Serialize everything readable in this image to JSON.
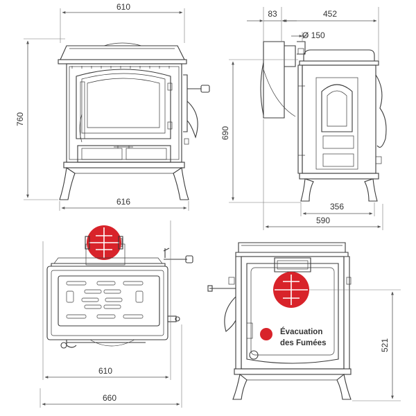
{
  "front_view": {
    "dim_top": "610",
    "dim_bottom": "616",
    "dim_left": "760"
  },
  "side_view": {
    "dim_offset": "83",
    "dim_depth_top": "452",
    "dim_flue_diameter": "Ø  150",
    "dim_height": "690",
    "dim_leg_depth": "356",
    "dim_total_depth": "590"
  },
  "top_view": {
    "dim_inner_width": "610",
    "dim_outer_width": "660"
  },
  "rear_view": {
    "dim_flue_height": "521",
    "legend_line1": "Évacuation",
    "legend_line2": "des Fumées"
  },
  "colors": {
    "accent": "#d8232a",
    "line": "#3a3a3a"
  }
}
